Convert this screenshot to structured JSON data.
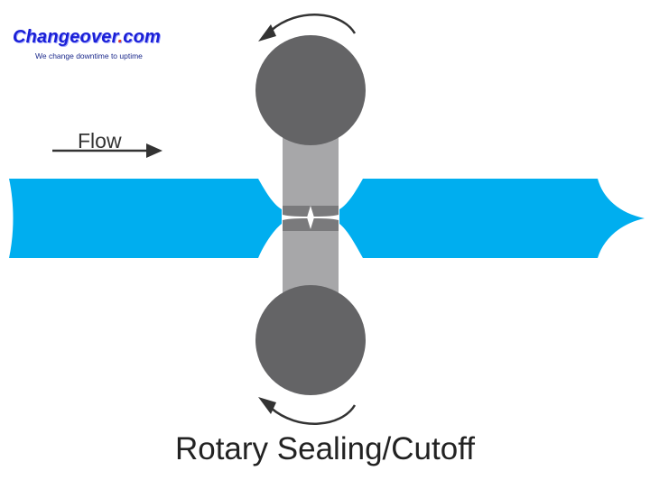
{
  "logo": {
    "name_main": "Changeover",
    "name_dot": ".",
    "name_tld": "com",
    "tagline": "We change downtime to uptime"
  },
  "flow_label": "Flow",
  "caption": "Rotary Sealing/Cutoff",
  "colors": {
    "web": "#00aeef",
    "roller": "#646466",
    "arm": "#a7a7a9",
    "arrow": "#333333",
    "logo_text": "#1a1fd6",
    "logo_dot": "#e23a2a"
  }
}
